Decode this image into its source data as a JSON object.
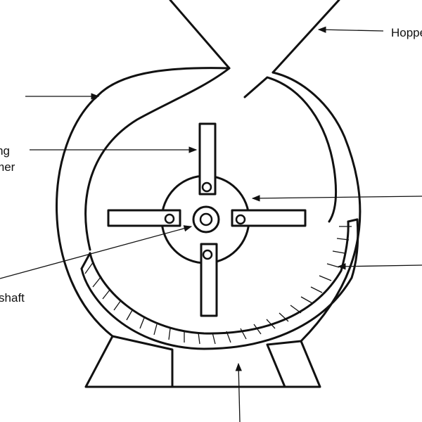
{
  "labels": {
    "hopper": "Hopper",
    "swinging_hammer_line1": "Swinging",
    "swinging_hammer_line2": "hammer",
    "rotating_shaft": "Rotating shaft"
  },
  "colors": {
    "stroke": "#111111",
    "background": "#ffffff"
  }
}
